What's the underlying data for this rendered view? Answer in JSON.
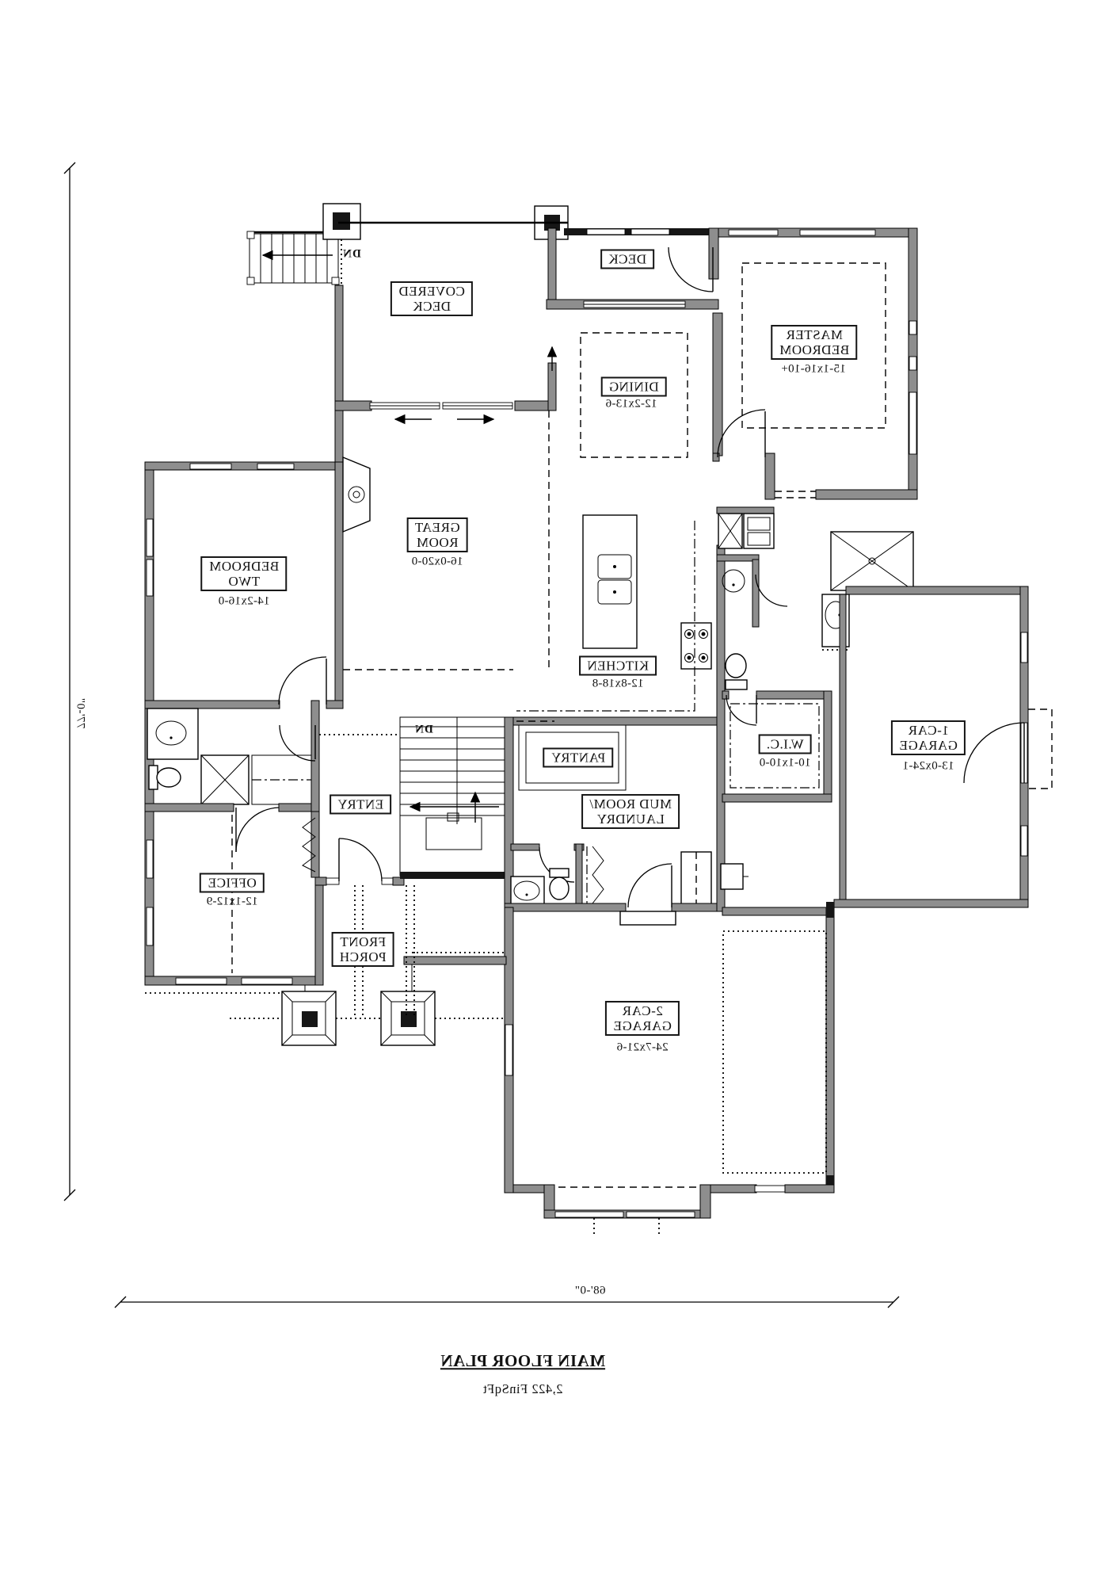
{
  "title_block": {
    "title": "MAIN FLOOR PLAN",
    "subtitle": "2,422 FinSqFt"
  },
  "dimensions": {
    "overall_width": "68'-0\"",
    "overall_depth": "77'-0\""
  },
  "rooms": {
    "covered_deck": {
      "name": "COVERED\nDECK"
    },
    "deck": {
      "name": "DECK"
    },
    "master_bedroom": {
      "name": "MASTER\nBEDROOM",
      "dims": "15-1x16-10+"
    },
    "dining": {
      "name": "DINING",
      "dims": "12-2x13-6"
    },
    "great_room": {
      "name": "GREAT\nROOM",
      "dims": "16-0x20-0"
    },
    "bedroom_two": {
      "name": "BEDROOM\nTWO",
      "dims": "14-2x16-0"
    },
    "kitchen": {
      "name": "KITCHEN",
      "dims": "12-8x18-8"
    },
    "pantry": {
      "name": "PANTRY"
    },
    "wic": {
      "name": "W.I.C.",
      "dims": "10-1x10-0"
    },
    "one_car_garage": {
      "name": "1-CAR\nGARAGE",
      "dims": "13-0x24-1"
    },
    "entry": {
      "name": "ENTRY"
    },
    "mud_room": {
      "name": "MUD ROOM/\nLAUNDRY"
    },
    "front_porch": {
      "name": "FRONT\nPORCH"
    },
    "office": {
      "name": "OFFICE",
      "dims": "12-1x12-9"
    },
    "two_car_garage": {
      "name": "2-CAR\nGARAGE",
      "dims": "24-7x21-6"
    }
  },
  "annotations": {
    "stair_down_exterior": "DN",
    "stair_down_interior": "DN"
  }
}
